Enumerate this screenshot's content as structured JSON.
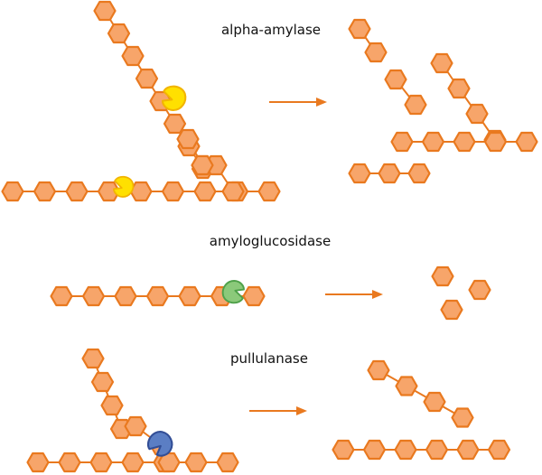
{
  "labels": {
    "alpha_amylase": "alpha-amylase",
    "amyloglucosidase": "amyloglucosidase",
    "pullulanase": "pullulanase"
  },
  "colors": {
    "glucose_fill": "#F7A56A",
    "glucose_stroke": "#E9791F",
    "bond": "#E9791F",
    "arrow": "#E9791F",
    "alpha_amylase_enzyme": "#FFE000",
    "alpha_amylase_enzyme_stroke": "#F2B400",
    "amyloglucosidase_enzyme": "#8BC97A",
    "amyloglucosidase_enzyme_stroke": "#4FA14A",
    "pullulanase_enzyme": "#5B7EC4",
    "pullulanase_enzyme_stroke": "#324E96"
  }
}
